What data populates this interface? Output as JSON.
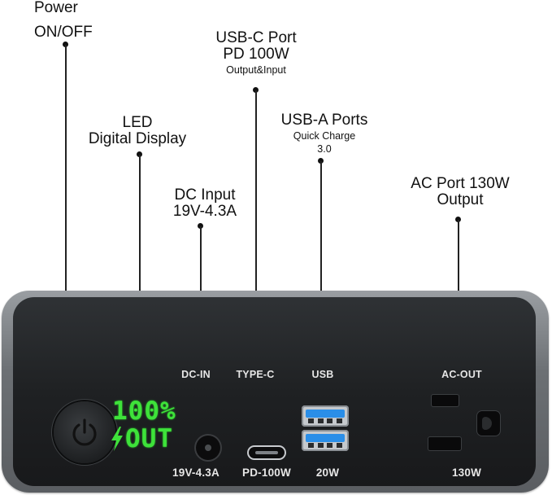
{
  "callouts": {
    "power": {
      "title_1": "Power",
      "title_2": "ON/OFF"
    },
    "led": {
      "title_1": "LED",
      "title_2": "Digital Display"
    },
    "dc_input": {
      "title_1": "DC Input",
      "title_2": "19V-4.3A"
    },
    "usbc": {
      "title_1": "USB-C Port",
      "title_2": "PD 100W",
      "sub": "Output&Input"
    },
    "usba": {
      "title_1": "USB-A Ports",
      "sub_1": "Quick Charge",
      "sub_2": "3.0"
    },
    "ac": {
      "title_1": "AC Port 130W",
      "title_2": "Output"
    }
  },
  "panel": {
    "dc_in_label": "DC-IN",
    "typec_label": "TYPE-C",
    "usb_label": "USB",
    "ac_out_label": "AC-OUT",
    "dc_in_rating": "19V-4.3A",
    "typec_rating": "PD-100W",
    "usb_rating": "20W",
    "ac_rating": "130W"
  },
  "display": {
    "percent": "100%",
    "mode": "OUT",
    "color": "#3ee23a"
  },
  "colors": {
    "usb_port_accent": "#2a8ee8",
    "device_body": "#5a5d61"
  },
  "icons": {
    "power_button": "power-icon",
    "display_mode": "lightning-bolt-icon"
  }
}
